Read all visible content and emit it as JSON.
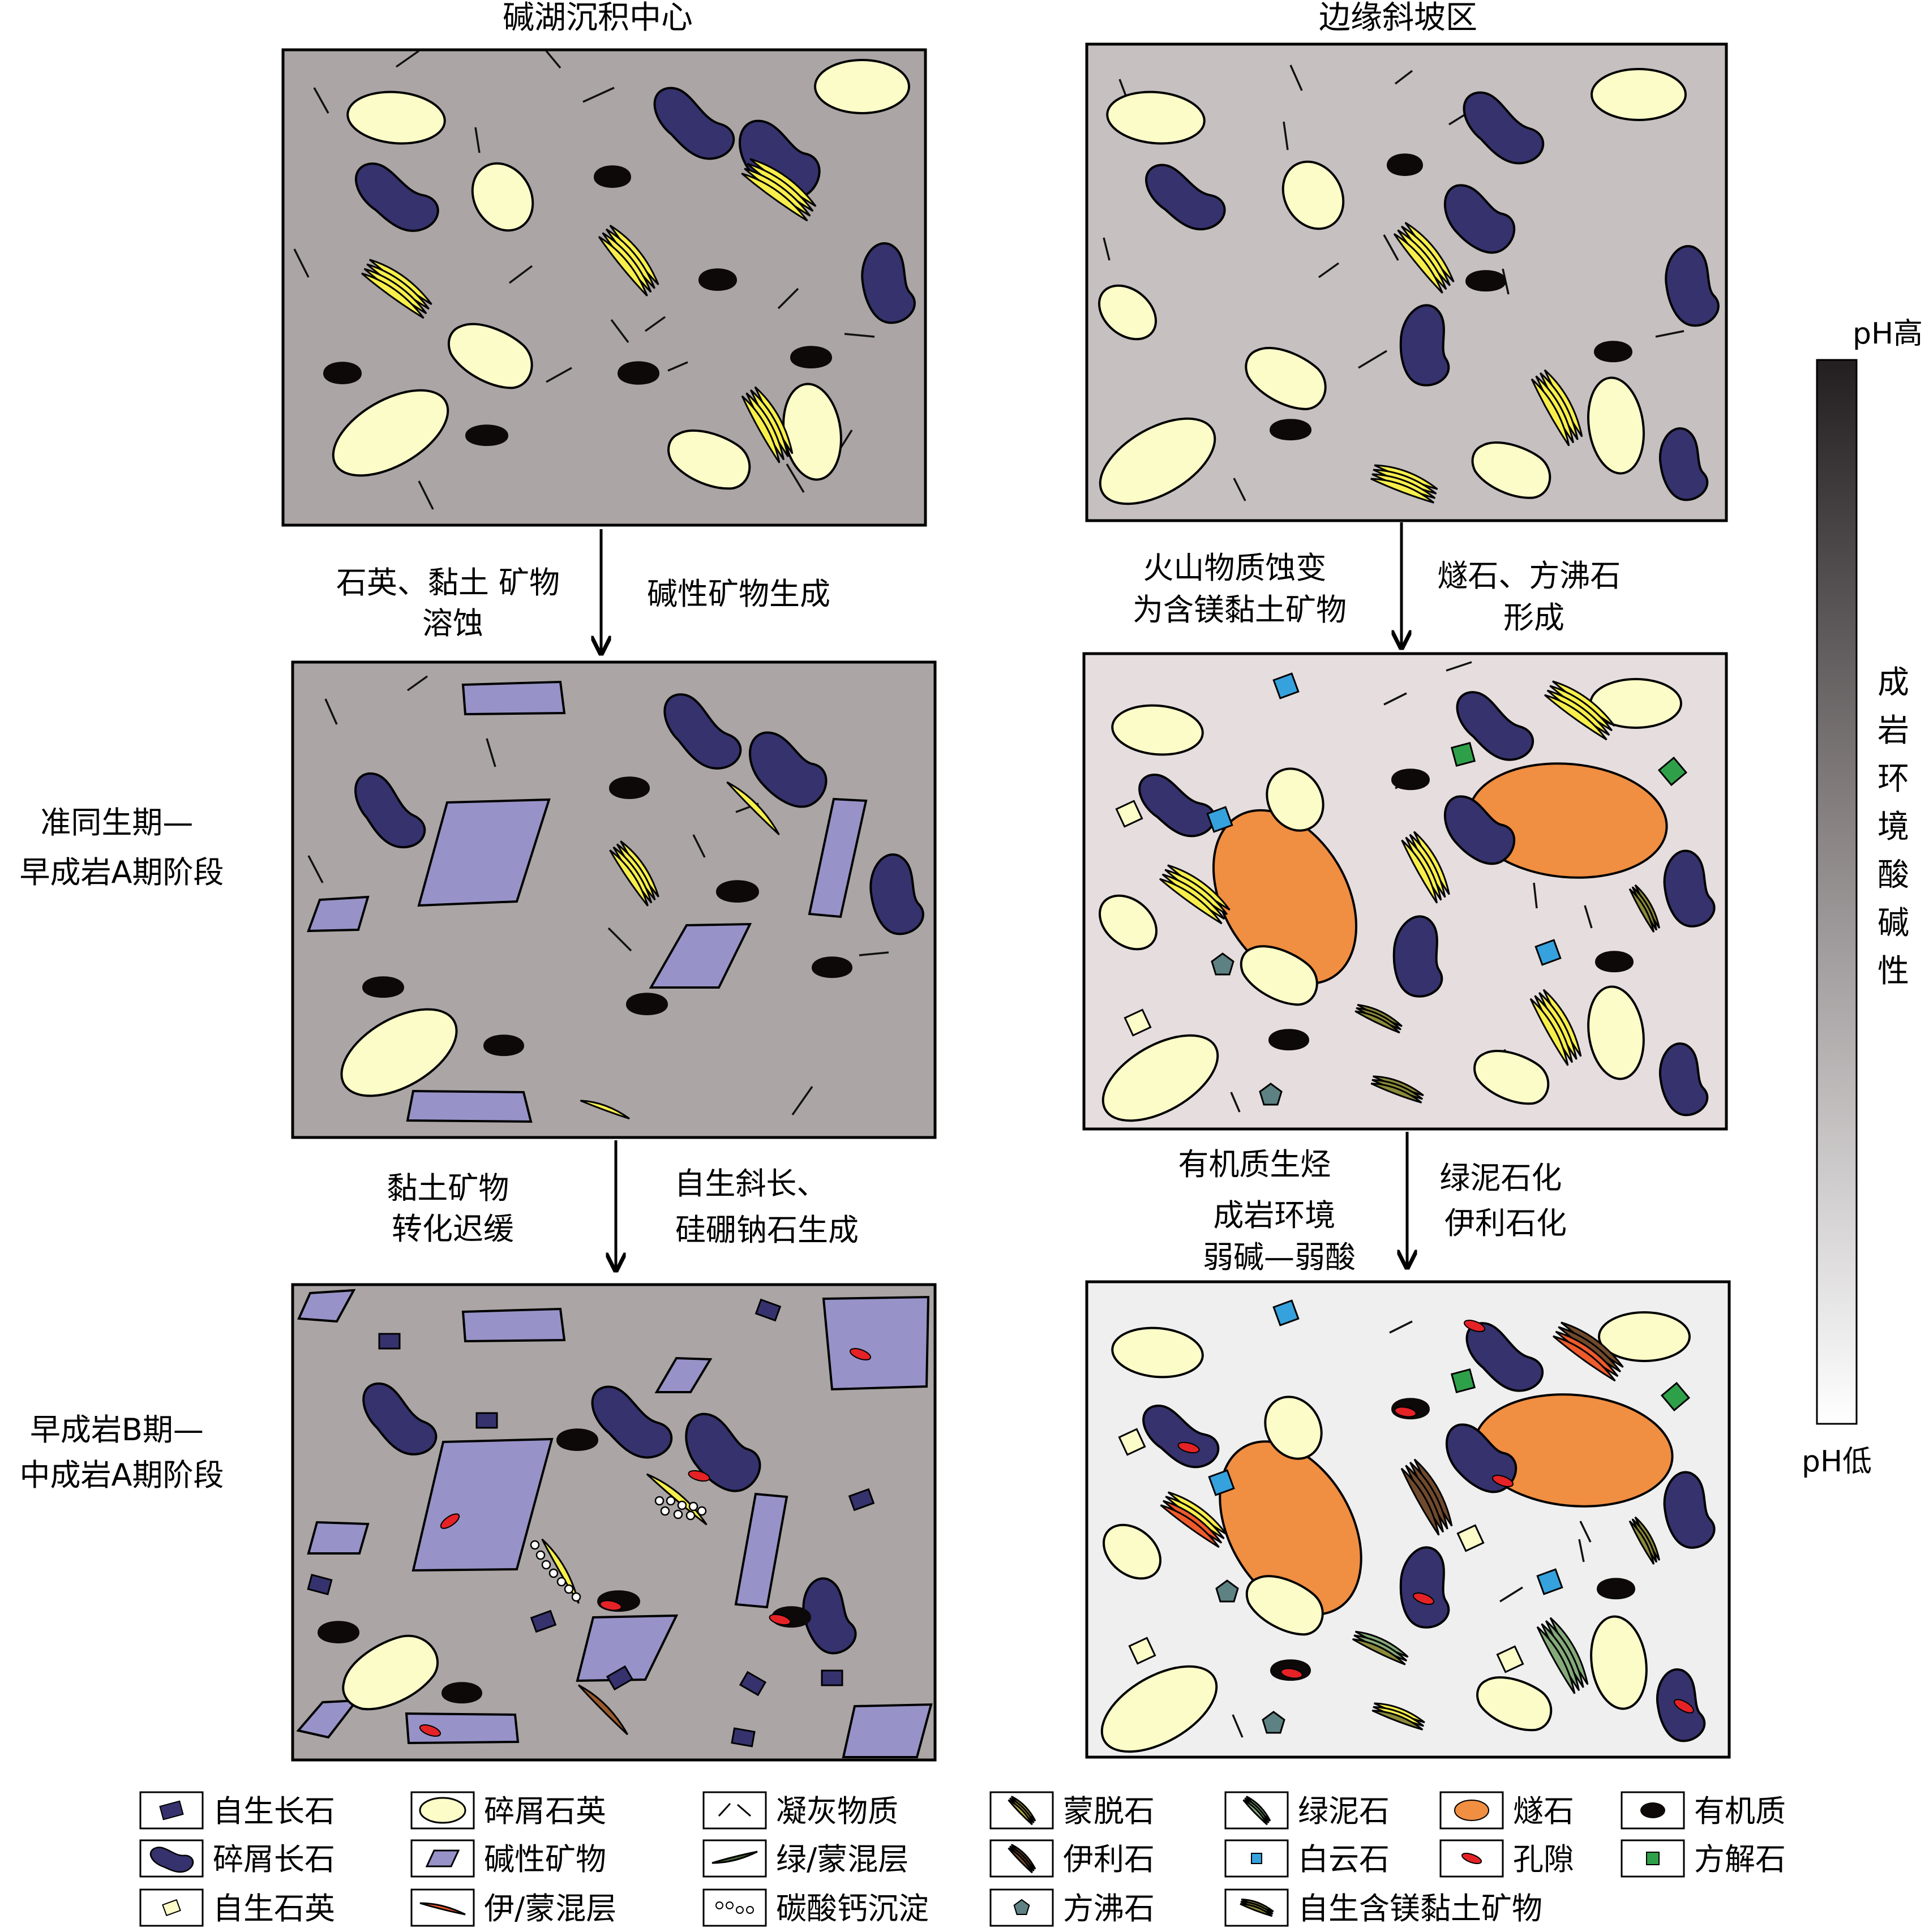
{
  "titles": {
    "left": "碱湖沉积中心",
    "right": "边缘斜坡区"
  },
  "stages": {
    "stage1": [
      "准同生期—",
      "早成岩A期阶段"
    ],
    "stage2": [
      "早成岩B期—",
      "中成岩A期阶段"
    ]
  },
  "arrows": {
    "left1_a": [
      "石英、黏土 矿物",
      "溶蚀"
    ],
    "left1_b": [
      "碱性矿物生成"
    ],
    "left2_a": [
      "黏土矿物",
      "转化迟缓"
    ],
    "left2_b": [
      "自生斜长、",
      "硅硼钠石生成"
    ],
    "right1_a": [
      "火山物质蚀变",
      "为含镁黏土矿物"
    ],
    "right1_b": [
      "燧石、方沸石",
      "形成"
    ],
    "right2_a": [
      "有机质生烃",
      "成岩环境",
      "弱碱—弱酸"
    ],
    "right2_b": [
      "绿泥石化",
      "伊利石化"
    ]
  },
  "ph_scale": {
    "high": "pH高",
    "low": "pH低",
    "label": "成岩环境酸碱性"
  },
  "legend": [
    {
      "icon": "authigenic-feldspar",
      "label": "自生长石"
    },
    {
      "icon": "detrital-quartz",
      "label": "碎屑石英"
    },
    {
      "icon": "tuff",
      "label": "凝灰物质"
    },
    {
      "icon": "montmorillonite",
      "label": "蒙脱石"
    },
    {
      "icon": "chlorite",
      "label": "绿泥石"
    },
    {
      "icon": "chert",
      "label": "燧石"
    },
    {
      "icon": "organic-matter",
      "label": "有机质"
    },
    {
      "icon": "detrital-feldspar",
      "label": "碎屑长石"
    },
    {
      "icon": "alkaline-mineral",
      "label": "碱性矿物"
    },
    {
      "icon": "chlorite-smectite",
      "label": "绿/蒙混层"
    },
    {
      "icon": "illite",
      "label": "伊利石"
    },
    {
      "icon": "dolomite",
      "label": "白云石"
    },
    {
      "icon": "pore",
      "label": "孔隙"
    },
    {
      "icon": "calcite",
      "label": "方解石"
    },
    {
      "icon": "authigenic-quartz",
      "label": "自生石英"
    },
    {
      "icon": "illite-smectite",
      "label": "伊/蒙混层"
    },
    {
      "icon": "calcium-carbonate",
      "label": "碳酸钙沉淀"
    },
    {
      "icon": "analcime",
      "label": "方沸石"
    },
    {
      "icon": "mg-clay",
      "label": "自生含镁黏土矿物"
    }
  ],
  "colors": {
    "left_bg": "#aba5a5",
    "r1_bg": "#c6c0c0",
    "r2_bg": "#e6dede",
    "r3_bg": "#efefef",
    "quartz": "#fcfcc8",
    "feldspar": "#35326d",
    "alkaline": "#9793c8",
    "organic": "#0d0909",
    "chert": "#f08e42",
    "dolomite": "#35a2dd",
    "calcite": "#2fa04a",
    "analcime": "#5e8283",
    "pore": "#e52226",
    "mont": "#f7ef4b",
    "illite": "#704a2d",
    "chlorite": "#84aa7a",
    "ismix": "#ef5a2c",
    "mgclay": "#8b8a3a"
  }
}
